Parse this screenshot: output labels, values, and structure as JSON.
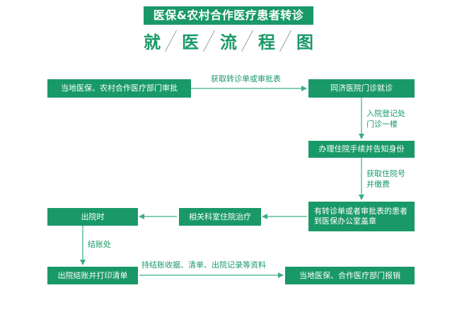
{
  "title": "医保&农村合作医疗患者转诊",
  "subtitle_chars": [
    "就",
    "医",
    "流",
    "程",
    "图"
  ],
  "nodes": {
    "local_approval": "当地医保、农村合作医疗部门审批",
    "tongji_clinic": "同济医院门诊就诊",
    "admission": "办理住院手续并告知身份",
    "insurance_office": "有转诊单或者审批表的患者到医保办公室盖章",
    "ward_treatment": "相关科室住院治疗",
    "discharge": "出院时",
    "settle_print": "出院结账并打印清单",
    "local_reimburse": "当地医保、合作医疗部门报销"
  },
  "edges": {
    "get_referral": "获取转诊单或审批表",
    "admission_desk_1": "入院登记处",
    "admission_desk_2": "门诊一楼",
    "get_admission_1": "获取住院号",
    "get_admission_2": "并缴费",
    "checkout": "结账处",
    "bring_docs": "持结账收据、清单、出院记录等资料"
  },
  "colors": {
    "accent": "#1a9968",
    "arrow": "#3aae85"
  }
}
